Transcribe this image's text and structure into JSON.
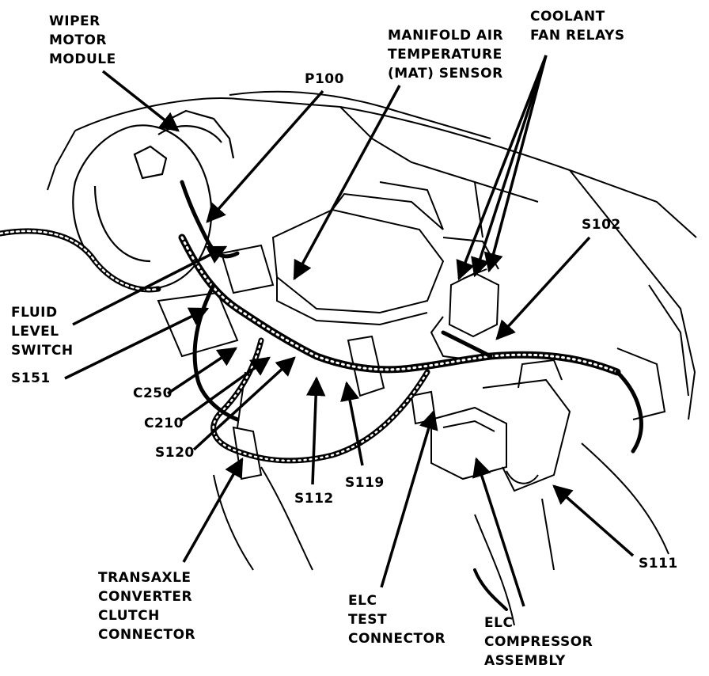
{
  "colors": {
    "ink": "#000000",
    "paper": "#ffffff"
  },
  "labels": {
    "wiper_motor_module": [
      "WIPER",
      "MOTOR",
      "MODULE"
    ],
    "p100": [
      "P100"
    ],
    "manifold_air_temperature_sensor": [
      "MANIFOLD AIR",
      "TEMPERATURE",
      "(MAT) SENSOR"
    ],
    "coolant_fan_relays": [
      "COOLANT",
      "FAN RELAYS"
    ],
    "s102": [
      "S102"
    ],
    "fluid_level_switch": [
      "FLUID",
      "LEVEL",
      "SWITCH"
    ],
    "s151": [
      "S151"
    ],
    "c250": [
      "C250"
    ],
    "c210": [
      "C210"
    ],
    "s120": [
      "S120"
    ],
    "s112": [
      "S112"
    ],
    "s119": [
      "S119"
    ],
    "s111": [
      "S111"
    ],
    "transaxle_converter_clutch_connector": [
      "TRANSAXLE",
      "CONVERTER",
      "CLUTCH",
      "CONNECTOR"
    ],
    "elc_test_connector": [
      "ELC",
      "TEST",
      "CONNECTOR"
    ],
    "elc_compressor_assembly": [
      "ELC",
      "COMPRESSOR",
      "ASSEMBLY"
    ]
  }
}
